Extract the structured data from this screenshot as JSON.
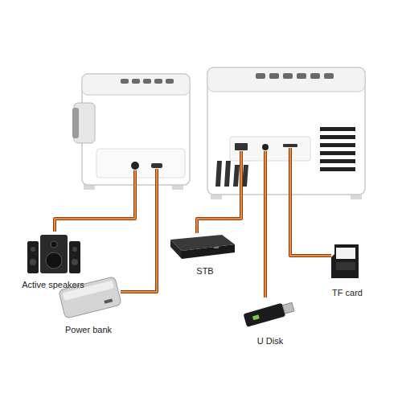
{
  "diagram": {
    "labels": [
      "Active speakers",
      "Power bank",
      "STB",
      "U Disk",
      "TF card"
    ]
  }
}
